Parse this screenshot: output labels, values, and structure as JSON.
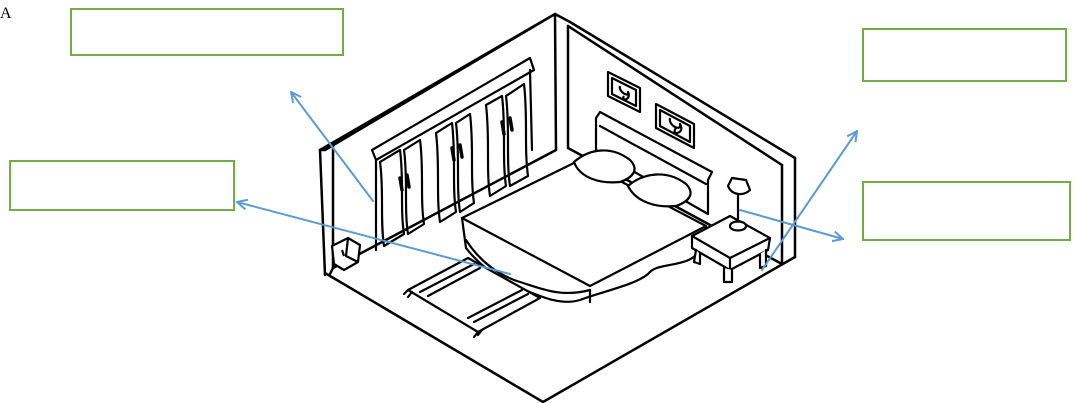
{
  "worksheet": {
    "corner_letter": "A",
    "answer_boxes": [
      {
        "id": "wardrobe-label",
        "text": ""
      },
      {
        "id": "rug-label",
        "text": ""
      },
      {
        "id": "picture-label",
        "text": ""
      },
      {
        "id": "lamp-label",
        "text": ""
      }
    ]
  },
  "colors": {
    "box_border": "#70ad47",
    "arrow": "#5b9bd5",
    "ink": "#000000"
  },
  "illustration": {
    "subject": "bedroom",
    "objects": [
      "wardrobe-icon",
      "bed-icon",
      "pillow-icon",
      "rug-icon",
      "picture-frame-icon",
      "lamp-icon",
      "nightstand-icon",
      "trash-bin-icon"
    ]
  }
}
